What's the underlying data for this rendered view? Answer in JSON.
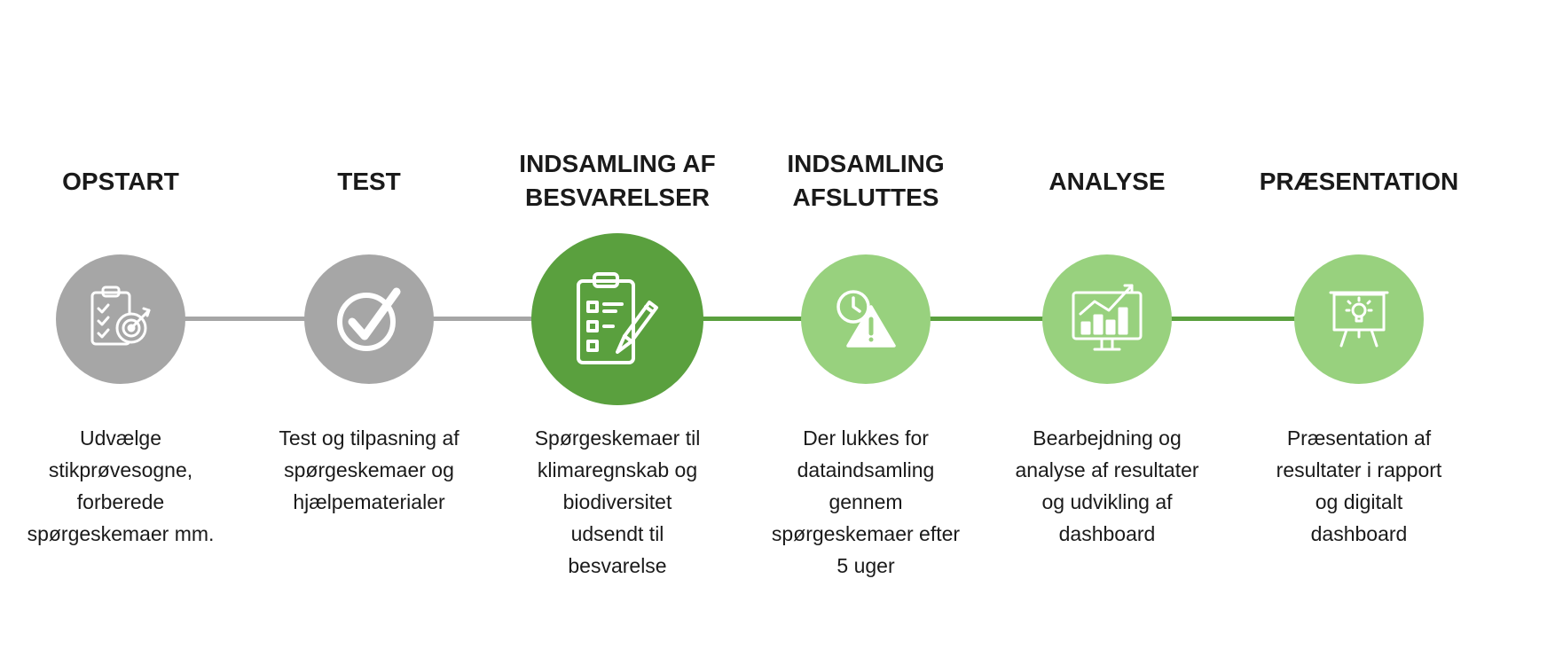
{
  "colors": {
    "completed": "#a6a6a6",
    "current": "#5aa03e",
    "upcoming": "#98d17e",
    "connector_completed": "#a6a6a6",
    "connector_upcoming": "#5aa03e"
  },
  "steps": [
    {
      "title": "OPSTART",
      "status": "completed",
      "icon": "clipboard-target-icon",
      "description": "Udvælge\nstikprøvesogne,\nforberede\nspørgeskemaer mm."
    },
    {
      "title": "TEST",
      "status": "completed",
      "icon": "checkmark-circle-icon",
      "description": "Test og tilpasning af\nspørgeskemaer og\nhjælpematerialer"
    },
    {
      "title": "INDSAMLING AF\nBESVARELSER",
      "status": "current",
      "icon": "clipboard-checklist-pen-icon",
      "description": "Spørgeskemaer til\nklimaregnskab og\nbiodiversitet\nudsendt til\nbesvarelse"
    },
    {
      "title": "INDSAMLING\nAFSLUTTES",
      "status": "upcoming",
      "icon": "clock-warning-icon",
      "description": "Der lukkes for\ndataindsamling\ngennem\nspørgeskemaer efter\n5 uger"
    },
    {
      "title": "ANALYSE",
      "status": "upcoming",
      "icon": "monitor-chart-icon",
      "description": "Bearbejdning og\nanalyse af resultater\nog udvikling af\ndashboard"
    },
    {
      "title": "PRÆSENTATION",
      "status": "upcoming",
      "icon": "presentation-board-icon",
      "description": "Præsentation af\nresultater i rapport\nog digitalt\ndashboard"
    }
  ]
}
